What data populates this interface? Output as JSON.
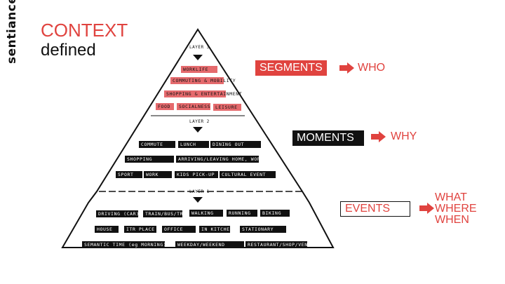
{
  "brand": {
    "logo_text": "sentiance"
  },
  "heading": {
    "line1": "CONTEXT",
    "line2": "defined"
  },
  "layers": {
    "layer3": "LAYER 3",
    "layer2": "LAYER 2",
    "layer1": "LAYER 1"
  },
  "segments": {
    "label": "SEGMENTS",
    "meaning": "WHO",
    "tags": [
      "WORKLIFE",
      "COMMUTING & MOBILITY",
      "SHOPPING & ENTERTAINMENT",
      "FOOD",
      "SOCIALNESS",
      "LEISURE"
    ]
  },
  "moments": {
    "label": "MOMENTS",
    "meaning": "WHY",
    "tags": [
      "COMMUTE",
      "LUNCH",
      "DINING OUT",
      "SHOPPING",
      "ARRIVING/LEAVING HOME, WORK",
      "SPORT",
      "WORK",
      "KIDS PICK-UP",
      "CULTURAL EVENT"
    ]
  },
  "events": {
    "label": "EVENTS",
    "meaning": [
      "WHAT",
      "WHERE",
      "WHEN"
    ],
    "tags": [
      "DRIVING (CAR)",
      "TRAIN/BUS/TRAM",
      "WALKING",
      "RUNNING",
      "BIKING",
      "HOUSE",
      "ITR PLACE",
      "OFFICE",
      "IN KITCHEN",
      "STATIONARY",
      "SEMANTIC TIME (eg MORNING)",
      "WEEKDAY/WEEKEND",
      "RESTAURANT/SHOP/VENUE"
    ]
  },
  "colors": {
    "accent": "#e0433f",
    "tag_red": "#e56a6d",
    "dark": "#111111"
  }
}
